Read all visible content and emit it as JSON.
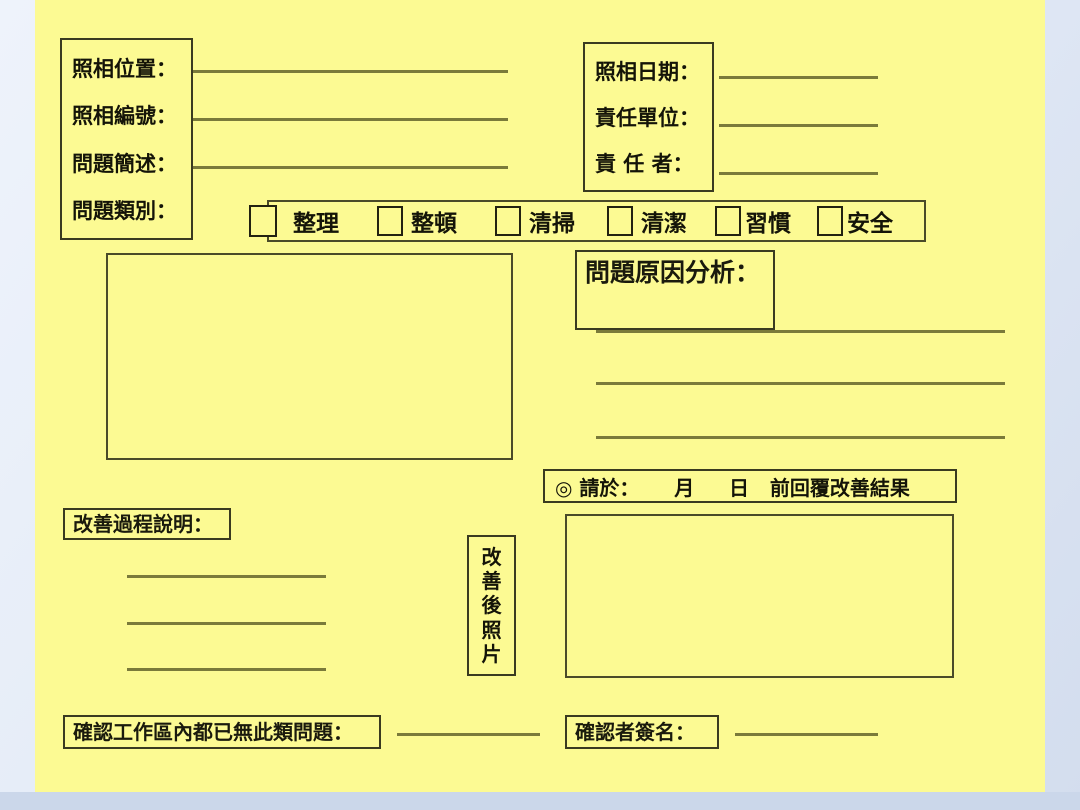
{
  "form": {
    "background_color": "#fcfa93",
    "border_color": "#3a3a20",
    "left_fields": [
      {
        "label": "照相位置："
      },
      {
        "label": "照相編號："
      },
      {
        "label": "問題簡述："
      },
      {
        "label": "問題類別："
      }
    ],
    "right_fields": [
      {
        "label": "照相日期："
      },
      {
        "label": "責任單位："
      },
      {
        "label": "責 任 者："
      }
    ],
    "categories": [
      {
        "label": "整理",
        "checked": false
      },
      {
        "label": "整頓",
        "checked": false
      },
      {
        "label": "清掃",
        "checked": false
      },
      {
        "label": "清潔",
        "checked": false
      },
      {
        "label": "習慣",
        "checked": false
      },
      {
        "label": "安全",
        "checked": false
      }
    ],
    "photo_box_label": "",
    "analysis_label": "問題原因分析：",
    "request_line": "◎ 請於：     月     日   前回覆改善結果",
    "improve_process_label": "改善過程說明：",
    "after_photo_label_chars": [
      "改",
      "善",
      "後",
      "照",
      "片"
    ],
    "confirm_label": "確認工作區內都已無此類問題：",
    "signature_label": "確認者簽名："
  }
}
